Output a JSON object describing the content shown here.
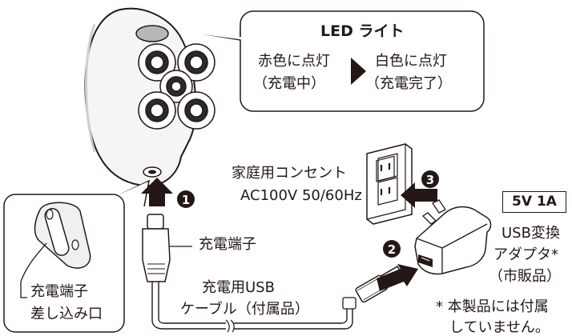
{
  "led_callout": {
    "title": "LED ライト",
    "state_charging_color": "赤色に点灯",
    "state_charging_note": "（充電中）",
    "state_complete_color": "白色に点灯",
    "state_complete_note": "（充電完了）"
  },
  "outlet": {
    "label_line1": "家庭用コンセント",
    "label_line2": "AC100V 50/60Hz"
  },
  "adapter": {
    "spec": "5V 1A",
    "name_line1": "USB変換",
    "name_line2": "アダプタ*",
    "name_line3": "（市販品）"
  },
  "charging_terminal_label": "充電端子",
  "cable": {
    "label_line1": "充電用USB",
    "label_line2": "ケーブル（付属品）"
  },
  "port_inset": {
    "label_line1": "充電端子",
    "label_line2": "差し込み口"
  },
  "footnote": {
    "line1": "* 本製品には付属",
    "line2": "していません。"
  },
  "steps": [
    "1",
    "2",
    "3"
  ]
}
